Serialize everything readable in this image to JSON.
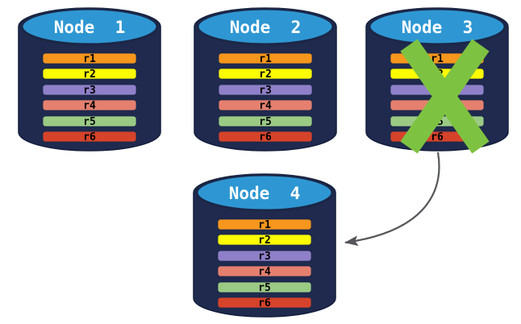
{
  "diagram": {
    "description": "Database replication diagram: four nodes each holding replicas r1-r6; Node 3 has failed (green X) and its data is re-replicated to Node 4 (gray arrow).",
    "nodes": [
      {
        "id": "node-1",
        "label": "Node  1",
        "failed": false,
        "rows": [
          "r1",
          "r2",
          "r3",
          "r4",
          "r5",
          "r6"
        ]
      },
      {
        "id": "node-2",
        "label": "Node  2",
        "failed": false,
        "rows": [
          "r1",
          "r2",
          "r3",
          "r4",
          "r5",
          "r6"
        ]
      },
      {
        "id": "node-3",
        "label": "Node  3",
        "failed": true,
        "rows": [
          "r1",
          "r2",
          "r3",
          "r4",
          "r5",
          "r6"
        ]
      },
      {
        "id": "node-4",
        "label": "Node  4",
        "failed": false,
        "rows": [
          "r1",
          "r2",
          "r3",
          "r4",
          "r5",
          "r6"
        ]
      }
    ],
    "row_colors": [
      "#F7961D",
      "#FBFB04",
      "#8F80C9",
      "#E5806F",
      "#9BCA84",
      "#D5432B"
    ],
    "colors": {
      "cylinder_body": "#1F2A4E",
      "cylinder_top": "#2E97D3",
      "failure_x": "#7EC241",
      "arrow": "#55565A",
      "node_label_text": "#FFFFFF",
      "row_label_text": "#000000"
    },
    "arrow": {
      "from": "node-3",
      "to": "node-4"
    }
  }
}
